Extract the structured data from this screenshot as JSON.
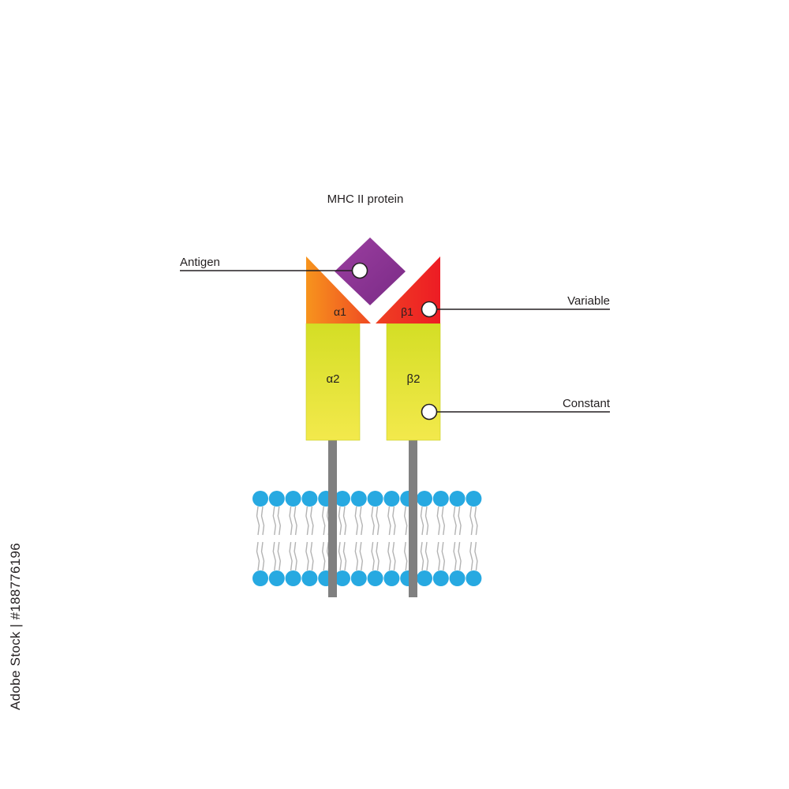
{
  "title": "MHC II protein",
  "labels": {
    "antigen": "Antigen",
    "variable": "Variable",
    "constant": "Constant"
  },
  "domains": {
    "alpha1": "α1",
    "beta1": "β1",
    "alpha2": "α2",
    "beta2": "β2"
  },
  "stock_id": "Adobe Stock | #188776196",
  "colors": {
    "antigen": "#8b2b8f",
    "alpha1_start": "#f7941d",
    "alpha1_end": "#ef4a23",
    "beta1": "#ee3b24",
    "constant_top": "#d7e02a",
    "constant_bottom": "#f2e84a",
    "transmembrane": "#808080",
    "lipid_head": "#27a9e1",
    "lipid_tail": "#b3b3b3",
    "pointer_line": "#231f20"
  }
}
